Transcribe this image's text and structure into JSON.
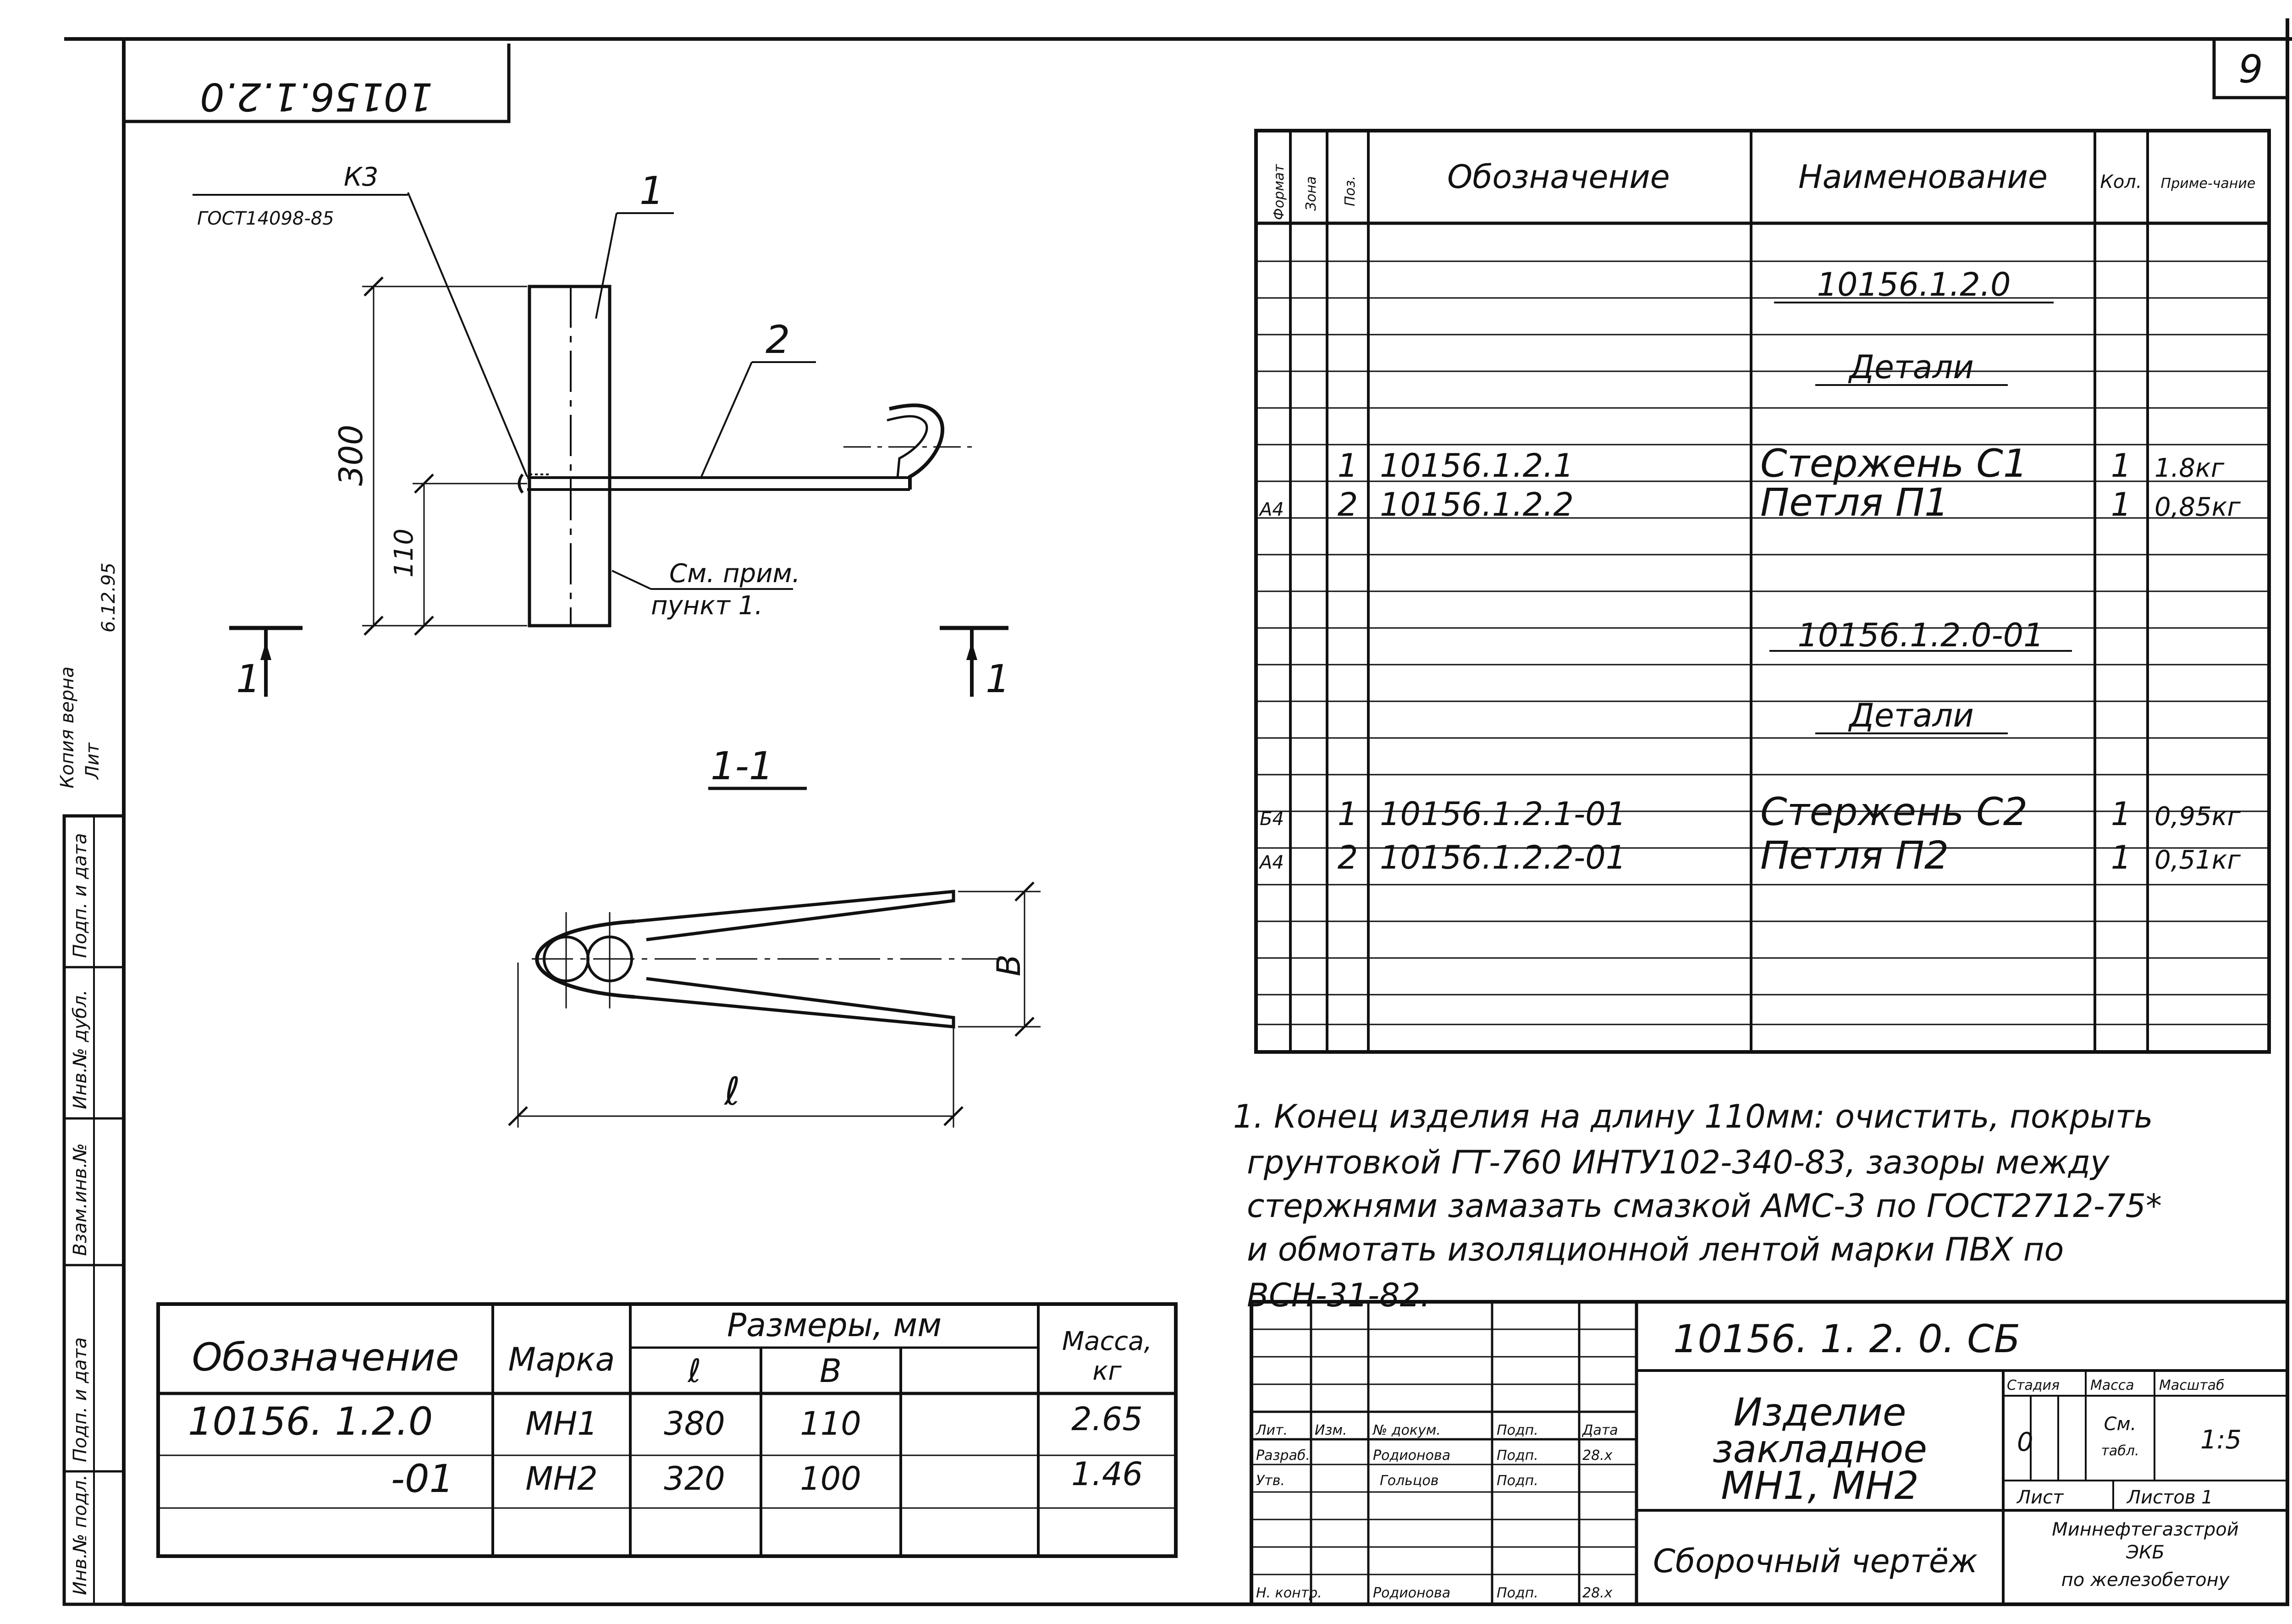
{
  "sheet_number": "9",
  "top_code": "10156.1.2.0",
  "margin_note": [
    "Копия верна",
    "Лит",
    "6.12.95"
  ],
  "side_labels": [
    "Инв.№ подл.",
    "Подп. и дата",
    "Взам.инв.№",
    "Инв.№ дубл.",
    "Подп. и дата"
  ],
  "drawing": {
    "weld_label": "К3",
    "weld_gost": "ГОСТ14098-85",
    "part1": "1",
    "part2": "2",
    "dim_300": "300",
    "dim_110": "110",
    "note_ref_1": "См. прим.",
    "note_ref_2": "пункт 1.",
    "section_mark": "1",
    "section_title": "1-1",
    "dim_B": "В",
    "dim_l": "ℓ"
  },
  "spec": {
    "headers": {
      "format": "Формат",
      "zone": "Зона",
      "pos": "Поз.",
      "designation": "Обозначение",
      "name": "Наименование",
      "qty": "Кол.",
      "note": "Приме-чание"
    },
    "group1_code": "10156.1.2.0",
    "group1_section": "Детали",
    "group1_rows": [
      {
        "format": "",
        "pos": "1",
        "designation": "10156.1.2.1",
        "name": "Стержень С1",
        "qty": "1",
        "note": "1.8кг"
      },
      {
        "format": "А4",
        "pos": "2",
        "designation": "10156.1.2.2",
        "name": "Петля П1",
        "qty": "1",
        "note": "0,85кг"
      }
    ],
    "group2_code": "10156.1.2.0-01",
    "group2_section": "Детали",
    "group2_rows": [
      {
        "format": "Б4",
        "pos": "1",
        "designation": "10156.1.2.1-01",
        "name": "Стержень С2",
        "qty": "1",
        "note": "0,95кг"
      },
      {
        "format": "А4",
        "pos": "2",
        "designation": "10156.1.2.2-01",
        "name": "Петля П2",
        "qty": "1",
        "note": "0,51кг"
      }
    ]
  },
  "note_lines": [
    "1. Конец изделия на длину 110мм: очистить, покрыть",
    "грунтовкой ГТ-760 ИНТУ102-340-83, зазоры между",
    "стержнями замазать смазкой АМС-3 по ГОСТ2712-75*",
    "и обмотать изоляционной лентой марки ПВХ по",
    "ВСН-31-82."
  ],
  "dims_table": {
    "col_designation": "Обозначение",
    "col_mark": "Марка",
    "col_dims": "Размеры, мм",
    "col_l": "ℓ",
    "col_B": "В",
    "col_mass": "Масса,",
    "col_mass_unit": "кг",
    "rows": [
      {
        "designation": "10156. 1.2.0",
        "mark": "МН1",
        "l": "380",
        "B": "110",
        "mass": "2.65"
      },
      {
        "designation": "-01",
        "mark": "МН2",
        "l": "320",
        "B": "100",
        "mass": "1.46"
      }
    ]
  },
  "title_block": {
    "doc_code": "10156. 1. 2. 0. СБ",
    "title_lines": [
      "Изделие",
      "закладное",
      "МН1, МН2"
    ],
    "doc_type": "Сборочный чертёж",
    "head_lit": "Лит.",
    "head_izm": "Изм.",
    "head_doc": "№ докум.",
    "head_sign": "Подп.",
    "head_date": "Дата",
    "role_dev": "Разраб.",
    "role_appr": "Утв.",
    "role_control": "Н. контр.",
    "name_dev": "Родионова",
    "name_appr": "Гольцов",
    "name_control": "Родионова",
    "sign_dev": "Подп.",
    "sign_appr": "Подп.",
    "sign_control": "Подп.",
    "date_dev": "28.х",
    "date_control": "28.х",
    "stage_head": "Стадия",
    "mass_head": "Масса",
    "scale_head": "Масштаб",
    "stage_val": "0",
    "mass_val_1": "См.",
    "mass_val_2": "табл.",
    "scale_val": "1:5",
    "sheet_label": "Лист",
    "sheets_label": "Листов 1",
    "org_lines": [
      "Миннефтегазстрой",
      "ЭКБ",
      "по железобетону"
    ]
  }
}
